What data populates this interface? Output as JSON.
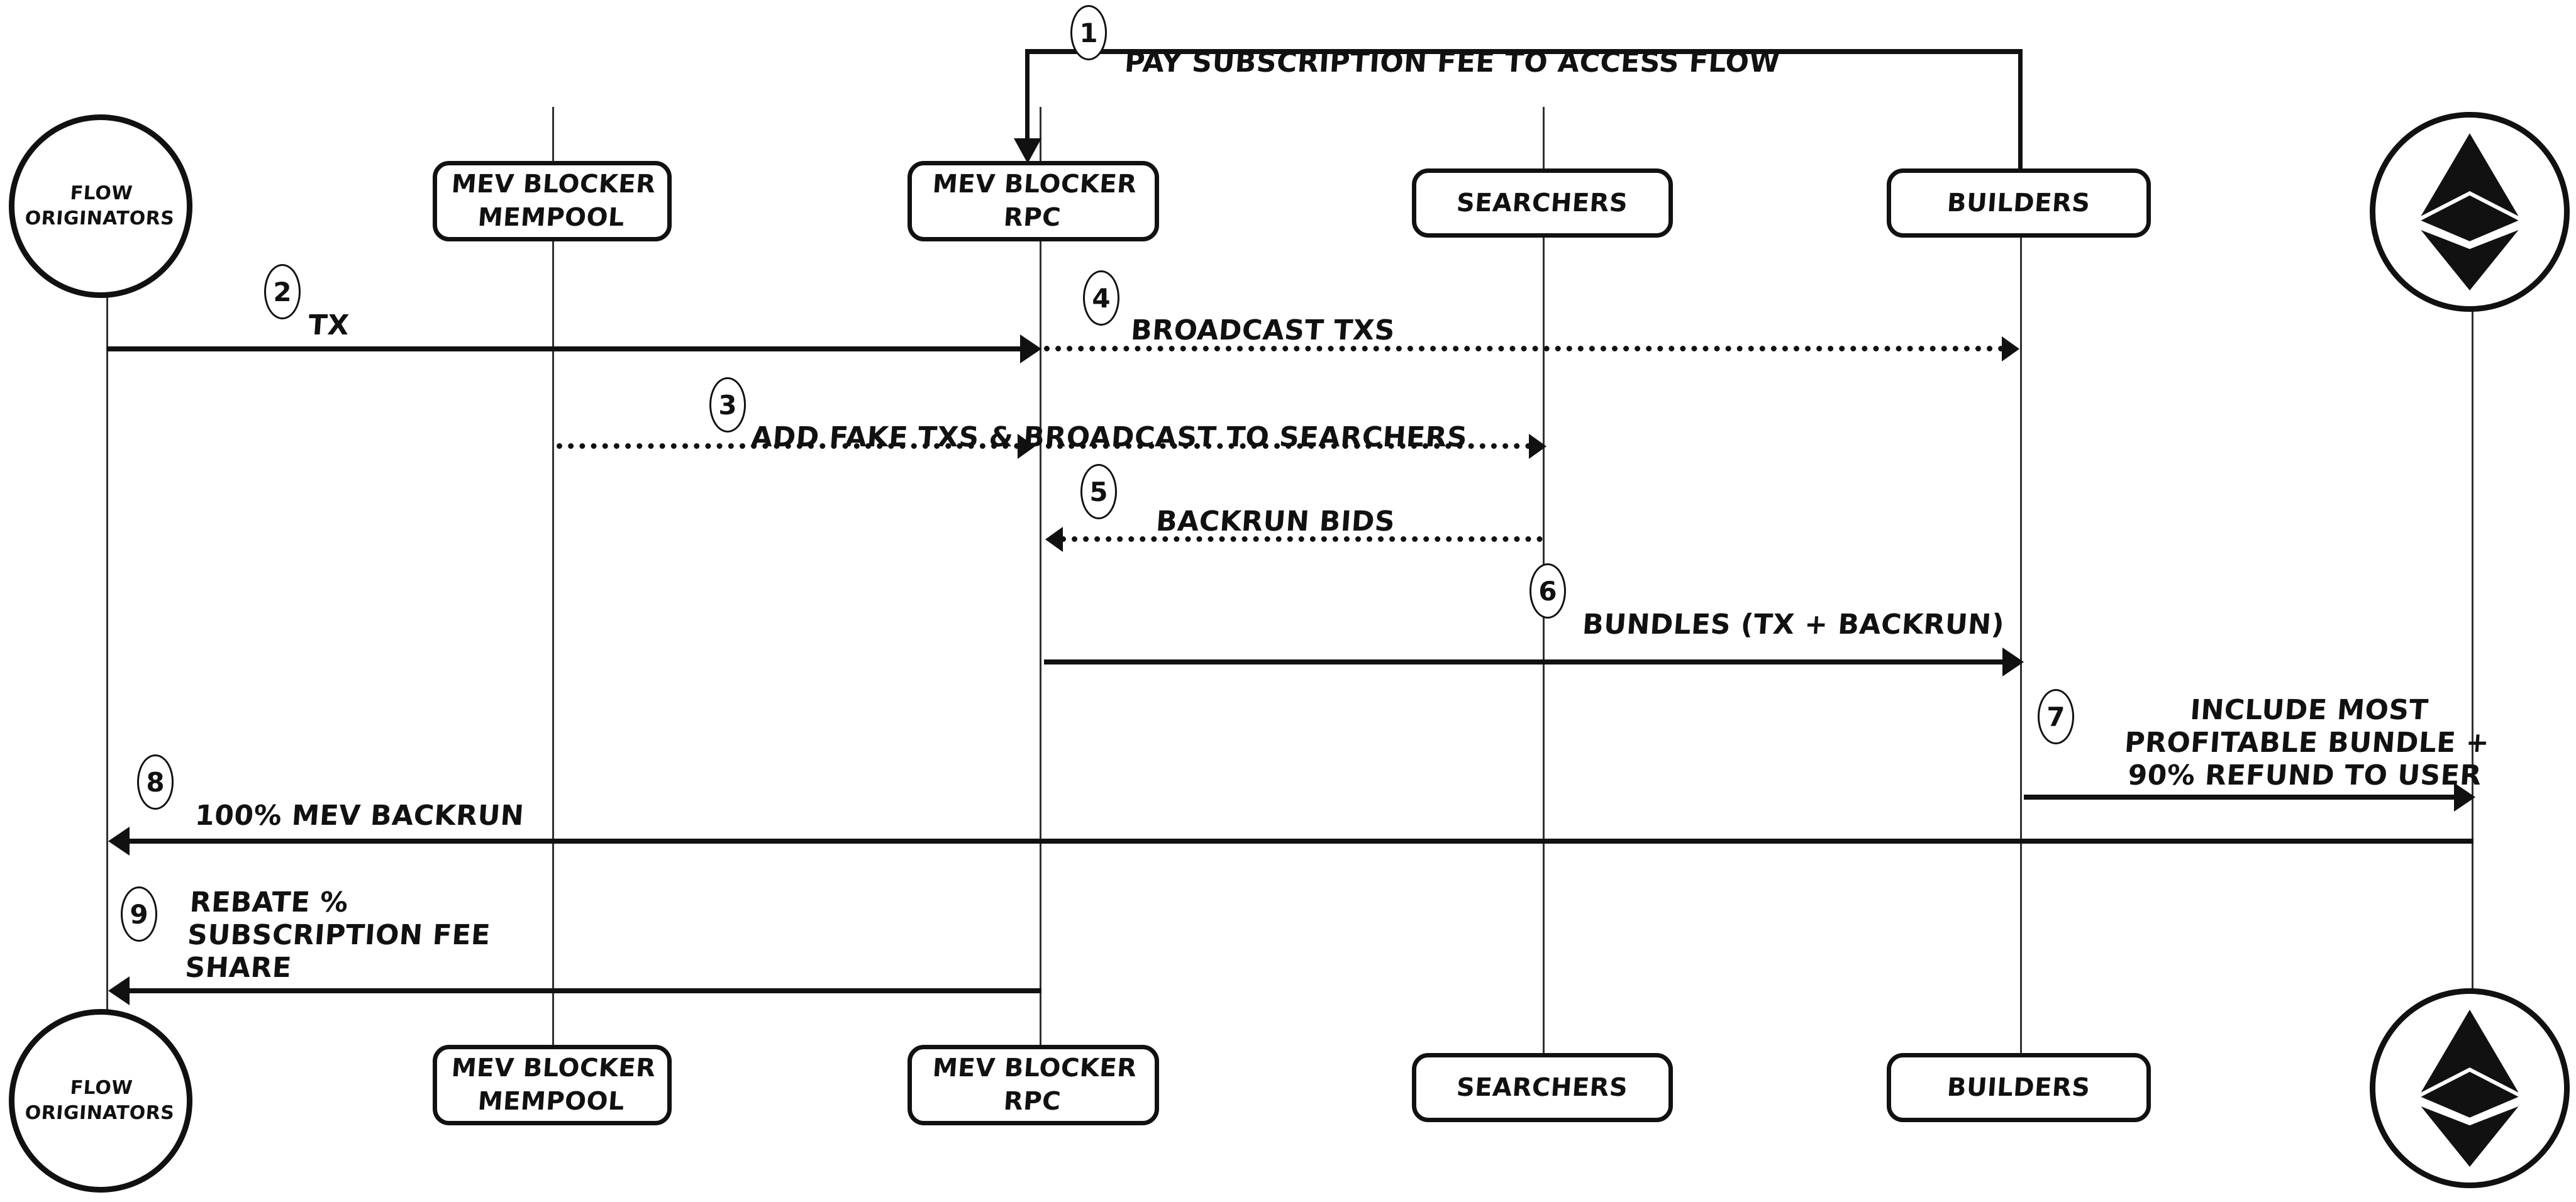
{
  "diagram": {
    "title": "MEV Blocker transaction flow sequence diagram",
    "style": "hand-drawn sequence diagram",
    "accent_color": "#111111",
    "background_color": "#ffffff"
  },
  "participants": [
    {
      "id": "flow-originators",
      "label": "FLOW\nORIGINATORS",
      "shape": "circle"
    },
    {
      "id": "mev-blocker-mempool",
      "label": "MEV BLOCKER\nMEMPOOL",
      "shape": "box"
    },
    {
      "id": "mev-blocker-rpc",
      "label": "MEV BLOCKER\nRPC",
      "shape": "box"
    },
    {
      "id": "searchers",
      "label": "SEARCHERS",
      "shape": "box"
    },
    {
      "id": "builders",
      "label": "BUILDERS",
      "shape": "box"
    },
    {
      "id": "ethereum",
      "label": "ethereum-logo",
      "shape": "circle-logo"
    }
  ],
  "steps": [
    {
      "number": "1",
      "label": "PAY SUBSCRIPTION FEE TO ACCESS FLOW",
      "from": "builders",
      "to": "mev-blocker-rpc",
      "line_style": "solid",
      "direction": "left"
    },
    {
      "number": "2",
      "label": "TX",
      "from": "flow-originators",
      "to": "mev-blocker-rpc",
      "line_style": "solid",
      "direction": "right"
    },
    {
      "number": "3",
      "label": "ADD FAKE TXs & BROADCAST TO SEARCHERS",
      "from": "mev-blocker-mempool",
      "to": "searchers",
      "line_style": "dotted",
      "direction": "right"
    },
    {
      "number": "4",
      "label": "BROADCAST TXs",
      "from": "mev-blocker-rpc",
      "to": "builders",
      "line_style": "dotted",
      "direction": "right"
    },
    {
      "number": "5",
      "label": "BACKRUN BIDs",
      "from": "searchers",
      "to": "mev-blocker-rpc",
      "line_style": "dotted",
      "direction": "left"
    },
    {
      "number": "6",
      "label": "BUNDLES (TX + BACKRUN)",
      "from": "mev-blocker-rpc",
      "to": "builders",
      "line_style": "solid",
      "direction": "right"
    },
    {
      "number": "7",
      "label": "INCLUDE MOST\nPROFITABLE BUNDLE +\n90% REFUND TO USER",
      "from": "builders",
      "to": "ethereum",
      "line_style": "solid",
      "direction": "right"
    },
    {
      "number": "8",
      "label": "100% MEV BACKRUN",
      "from": "ethereum",
      "to": "flow-originators",
      "line_style": "solid",
      "direction": "left"
    },
    {
      "number": "9",
      "label": "REBATE %\nSUBSCRIPTION FEE\nSHARE",
      "from": "mev-blocker-rpc",
      "to": "flow-originators",
      "line_style": "solid",
      "direction": "left"
    }
  ],
  "footer_participants": [
    {
      "id": "flow-originators-bottom",
      "label": "FLOW\nORIGINATORS"
    },
    {
      "id": "mev-blocker-mempool-bottom",
      "label": "MEV BLOCKER\nMEMPOOL"
    },
    {
      "id": "mev-blocker-rpc-bottom",
      "label": "MEV BLOCKER\nRPC"
    },
    {
      "id": "searchers-bottom",
      "label": "SEARCHERS"
    },
    {
      "id": "builders-bottom",
      "label": "BUILDERS"
    },
    {
      "id": "ethereum-bottom",
      "label": "ethereum-logo"
    }
  ]
}
